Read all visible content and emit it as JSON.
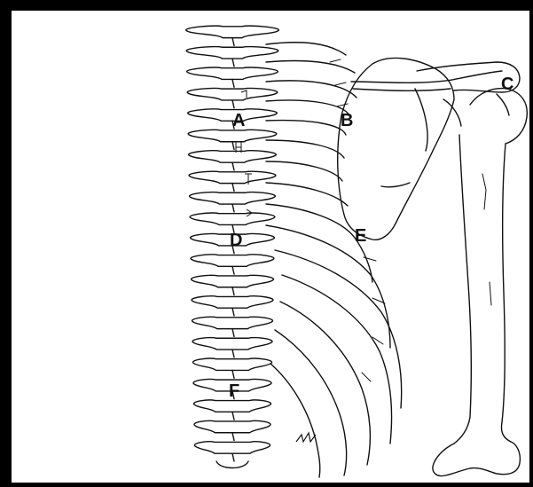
{
  "labels": {
    "a": "A",
    "b": "B",
    "c": "C",
    "d": "D",
    "e": "E",
    "f": "F"
  },
  "colors": {
    "ink": "#111111",
    "frame": "#000000",
    "paper": "#ffffff"
  }
}
